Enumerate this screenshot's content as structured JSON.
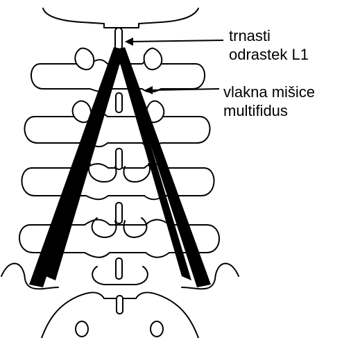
{
  "labels": {
    "spinous_process": {
      "line1": "trnasti",
      "line2": "odrastek L1"
    },
    "muscle_fibers": {
      "line1": "vlakna mišice",
      "line2": "multifidus"
    }
  },
  "colors": {
    "ink": "#000000",
    "background": "#ffffff"
  }
}
